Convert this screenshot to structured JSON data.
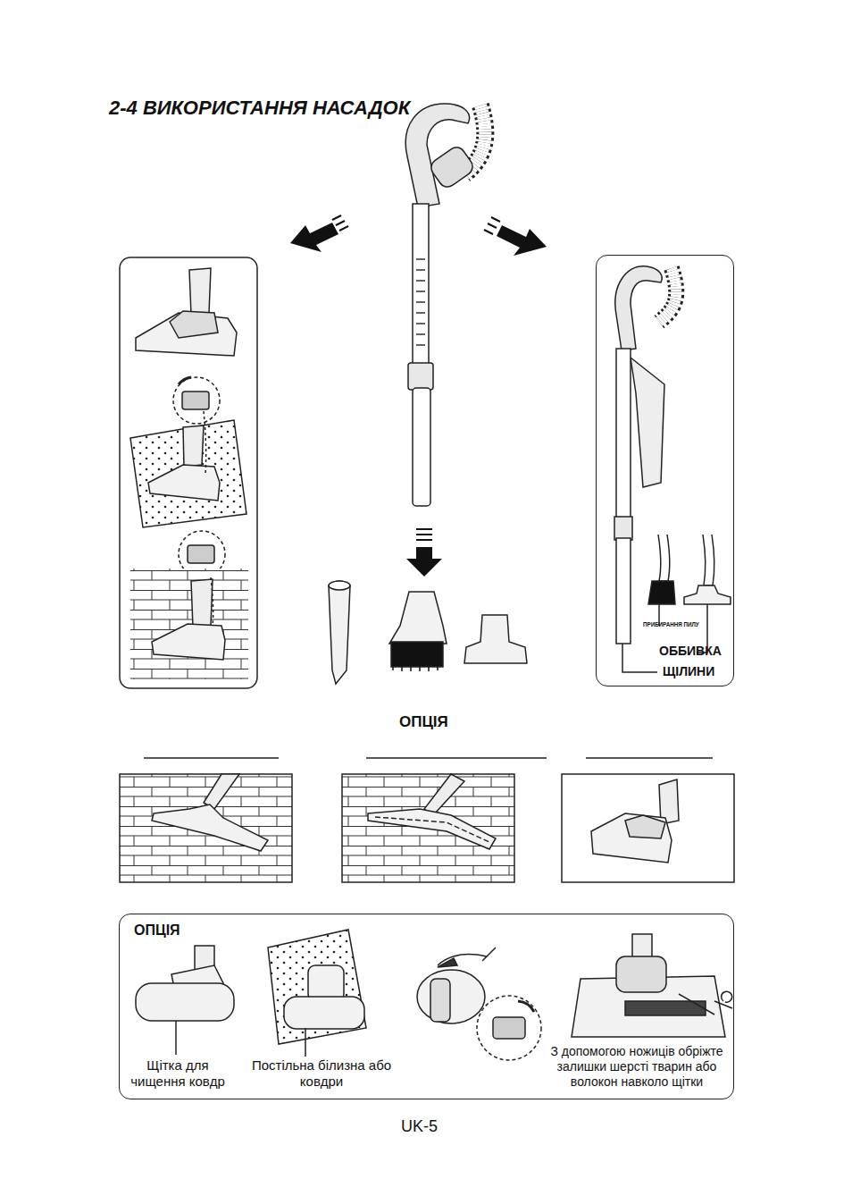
{
  "diagram": {
    "title": "2-4 ВИКОРИСТАННЯ НАСАДОК",
    "nodes": [
      {
        "text": [
          "ПРИБИРАННЯ ПИЛУ",
          "ОББИВКА",
          "ЩІЛИНИ"
        ]
      },
      {
        "text": [
          "ОПЦІЯ",
          "Щітка для чищення ковдр",
          "Постільна білизна або ковдри",
          "З допомогою ножиців обріжте залишки шерсті тварин або волокон навколо щітки"
        ]
      }
    ],
    "labels": [
      "ОПЦІЯ",
      "UK-5"
    ]
  }
}
